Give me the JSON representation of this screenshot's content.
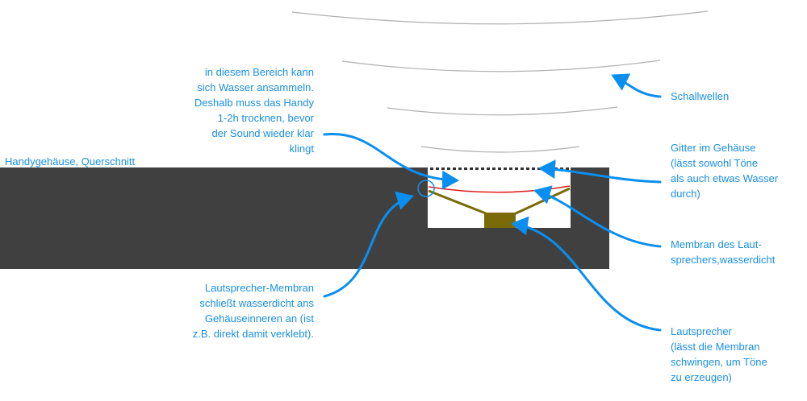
{
  "labels": {
    "housing": "Handygehäuse, Querschnitt",
    "water_area": [
      "in diesem Bereich kann",
      "sich Wasser ansammeln.",
      "Deshalb muss das Handy",
      "1-2h trocknen, bevor",
      "der Sound wieder klar",
      "klingt"
    ],
    "sound_waves": "Schallwellen",
    "grille": [
      "Gitter im Gehäuse",
      "(lässt sowohl Töne",
      "als auch etwas Wasser",
      "durch)"
    ],
    "membrane": [
      "Membran des Laut-",
      "sprechers,wasserdicht"
    ],
    "seal": [
      "Lautsprecher-Membran",
      "schließt wasserdicht ans",
      "Gehäuseinneren an (ist",
      "z.B. direkt damit verklebt)."
    ],
    "speaker": [
      "Lautsprecher",
      "(lässt die Membran",
      "schwingen, um Töne",
      "zu erzeugen)"
    ]
  },
  "colors": {
    "housing": "#404040",
    "cavity": "#ffffff",
    "annotation": "#1a8fe3",
    "arrow": "#0a8ff0",
    "speaker": "#7a6a08",
    "membrane": "#e02020",
    "waves": "#b0b0b0"
  }
}
